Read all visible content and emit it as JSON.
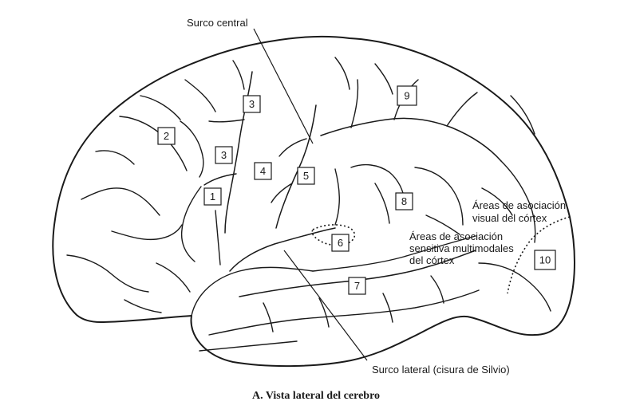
{
  "labels": {
    "central_sulcus": "Surco central",
    "lateral_sulcus": "Surco lateral (cisura de Silvio)",
    "visual_association_line1": "Áreas de asociación",
    "visual_association_line2": "visual del córtex",
    "multimodal_association_line1": "Áreas de asociación",
    "multimodal_association_line2": "sensitiva multimodales",
    "multimodal_association_line3": "del córtex"
  },
  "areas": [
    "1",
    "2",
    "3",
    "3",
    "4",
    "5",
    "6",
    "7",
    "8",
    "9",
    "10"
  ],
  "caption": "A. Vista lateral del cerebro"
}
